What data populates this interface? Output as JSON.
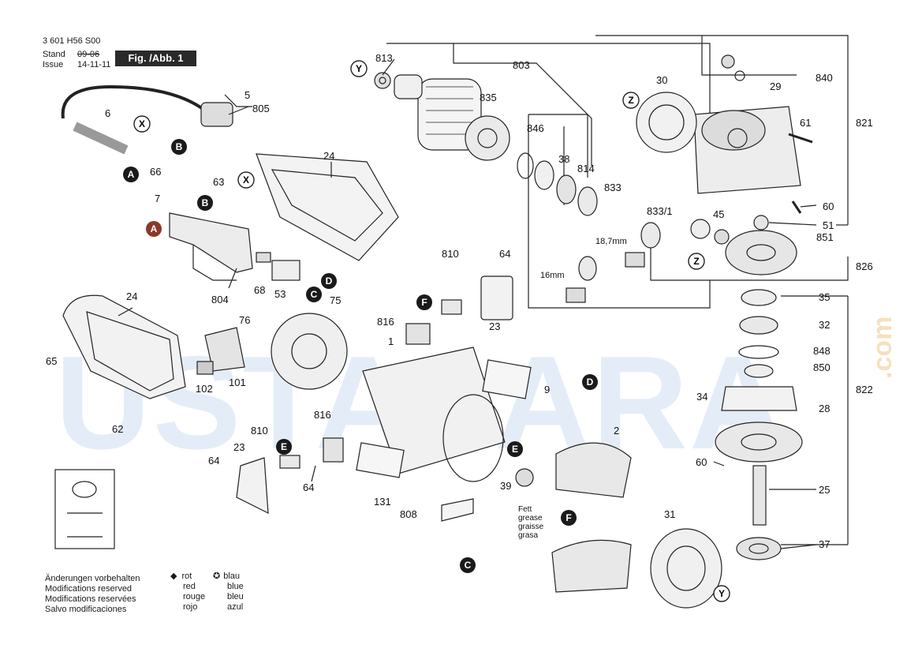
{
  "header": {
    "code": "3 601 H56 S00",
    "stand_label": "Stand",
    "issue_label": "Issue",
    "stand_date": "09-06",
    "issue_date": "14-11-11",
    "figure_label": "Fig. /Abb. 1"
  },
  "watermark": {
    "text": "USTALARA",
    "suffix": ".com",
    "color": "#4a86c8"
  },
  "parts": [
    "813",
    "803",
    "835",
    "846",
    "38",
    "814",
    "833",
    "833/1",
    "45",
    "30",
    "29",
    "840",
    "61",
    "821",
    "60",
    "51",
    "851",
    "826",
    "5",
    "805",
    "6",
    "66",
    "63",
    "7",
    "24",
    "68",
    "53",
    "804",
    "810",
    "64",
    "816",
    "23",
    "76",
    "75",
    "1",
    "9",
    "2",
    "39",
    "31",
    "24",
    "65",
    "101",
    "102",
    "62",
    "816",
    "810",
    "23",
    "64",
    "64",
    "131",
    "808",
    "35",
    "32",
    "848",
    "850",
    "34",
    "28",
    "822",
    "60",
    "25",
    "37"
  ],
  "markers": [
    "X",
    "Y",
    "Z",
    "A",
    "B",
    "C",
    "D",
    "E",
    "F"
  ],
  "dimensions": [
    "18,7mm",
    "16mm"
  ],
  "grease_label": [
    "Fett",
    "grease",
    "graisse",
    "grasa"
  ],
  "legend": {
    "mods": [
      "Änderungen vorbehalten",
      "Modifications reserved",
      "Modifications reservées",
      "Salvo modificaciones"
    ],
    "red": [
      "rot",
      "red",
      "rouge",
      "rojo"
    ],
    "blue": [
      "blau",
      "blue",
      "bleu",
      "azul"
    ]
  }
}
